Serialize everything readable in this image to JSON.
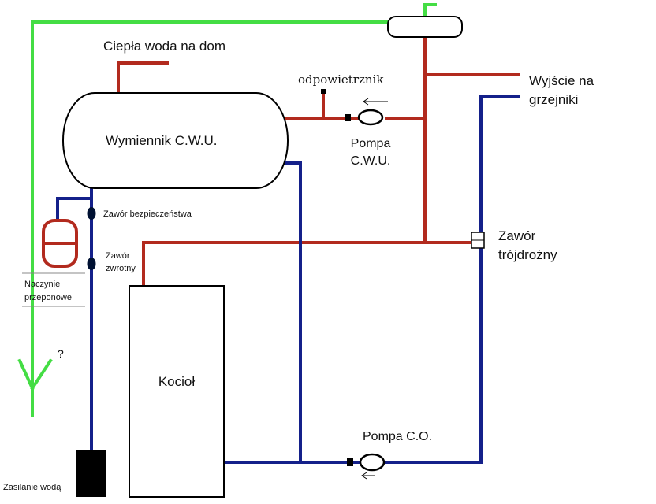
{
  "labels": {
    "hot_water_house": "Ciepła woda na dom",
    "exchanger": "Wymiennik C.W.U.",
    "air_vent": "odpowietrznik",
    "outlet_line1": "Wyjście na",
    "outlet_line2": "grzejniki",
    "dhw_pump_line1": "Pompa",
    "dhw_pump_line2": "C.W.U.",
    "safety_valve": "Zawór bezpieczeństwa",
    "check_valve_line1": "Zawór",
    "check_valve_line2": "zwrotny",
    "expansion_vessel_line1": "Naczynie",
    "expansion_vessel_line2": "przeponowe",
    "three_way_valve_line1": "Zawór",
    "three_way_valve_line2": "trójdrożny",
    "question_mark": "?",
    "boiler": "Kocioł",
    "ch_pump": "Pompa C.O.",
    "water_supply": "Zasilanie wodą"
  },
  "colors": {
    "hot_pipe": "#b22a1e",
    "return_pipe": "#14208a",
    "green_pipe": "#44dd44",
    "outline": "#000000"
  }
}
